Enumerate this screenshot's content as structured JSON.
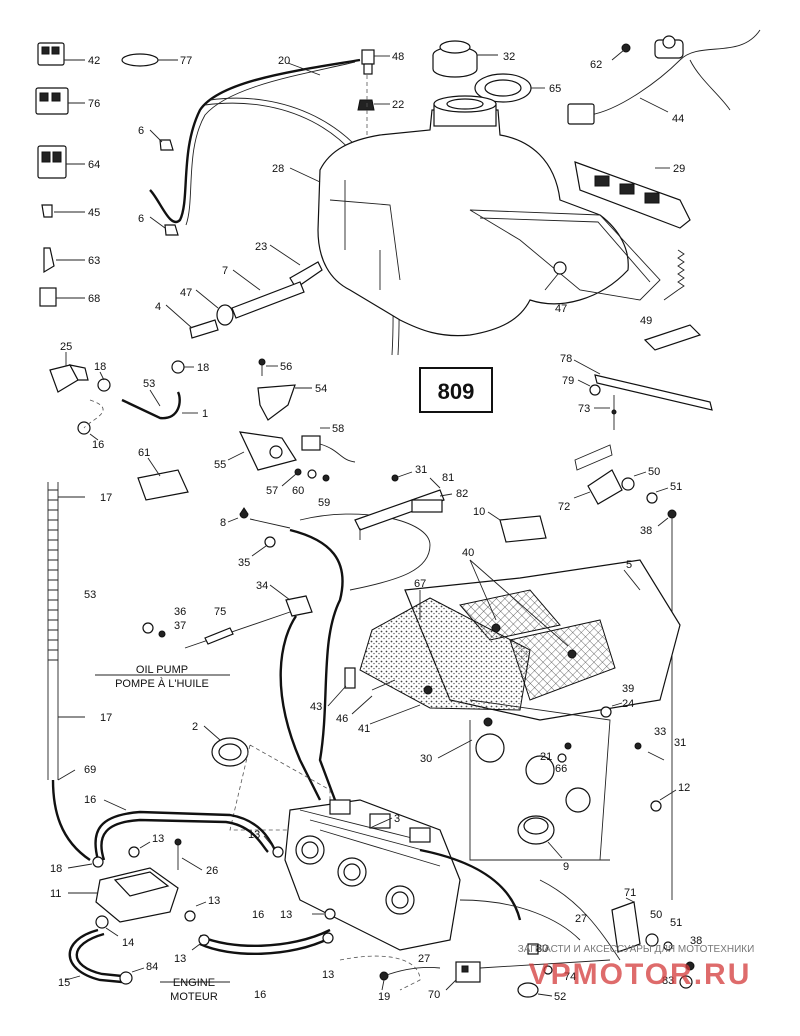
{
  "diagram_number": "809",
  "part_numbers": {
    "p42": "42",
    "p77": "77",
    "p76": "76",
    "p64": "64",
    "p45": "45",
    "p63": "63",
    "p68": "68",
    "p20": "20",
    "p48": "48",
    "p32": "32",
    "p65": "65",
    "p62": "62",
    "p22": "22",
    "p44": "44",
    "p6a": "6",
    "p6b": "6",
    "p28": "28",
    "p29": "29",
    "p23": "23",
    "p7": "7",
    "p47a": "47",
    "p47b": "47",
    "p4": "4",
    "p49": "49",
    "p25": "25",
    "p18a": "18",
    "p18b": "18",
    "p53a": "53",
    "p1": "1",
    "p56": "56",
    "p54": "54",
    "p78": "78",
    "p79": "79",
    "p73": "73",
    "p16a": "16",
    "p58": "58",
    "p55": "55",
    "p61": "61",
    "p57": "57",
    "p60": "60",
    "p59": "59",
    "p31a": "31",
    "p81": "81",
    "p82": "82",
    "p50a": "50",
    "p51a": "51",
    "p72": "72",
    "p38a": "38",
    "p17a": "17",
    "p8": "8",
    "p10": "10",
    "p40": "40",
    "p5": "5",
    "p35": "35",
    "p53b": "53",
    "p34": "34",
    "p67": "67",
    "p36": "36",
    "p37": "37",
    "p75": "75",
    "p17b": "17",
    "p43": "43",
    "p46": "46",
    "p41": "41",
    "p39": "39",
    "p24": "24",
    "p2": "2",
    "p30": "30",
    "p21": "21",
    "p66": "66",
    "p33": "33",
    "p31b": "31",
    "p69": "69",
    "p12": "12",
    "p16b": "16",
    "p13a": "13",
    "p3": "3",
    "p13b": "13",
    "p26": "26",
    "p18c": "18",
    "p9": "9",
    "p11": "11",
    "p13c": "13",
    "p16c": "16",
    "p13d": "13",
    "p14": "14",
    "p13e": "13",
    "p71": "71",
    "p27a": "27",
    "p50b": "50",
    "p51b": "51",
    "p15": "15",
    "p84": "84",
    "p16d": "16",
    "p13f": "13",
    "p27b": "27",
    "p80": "80",
    "p38b": "38",
    "p19": "19",
    "p70": "70",
    "p74": "74",
    "p52": "52",
    "p83": "83"
  },
  "annotations": {
    "oil_pump_en": "OIL PUMP",
    "oil_pump_fr": "POMPE À L'HUILE",
    "engine_en": "ENGINE",
    "engine_fr": "MOTEUR"
  },
  "watermark": {
    "caption": "ЗАПЧАСТИ И АКСЕССУАРЫ ДЛЯ МОТОТЕХНИКИ",
    "site": "VPMOTOR.RU"
  },
  "colors": {
    "line": "#222222",
    "watermark": "#d43a3a",
    "background": "#ffffff"
  }
}
